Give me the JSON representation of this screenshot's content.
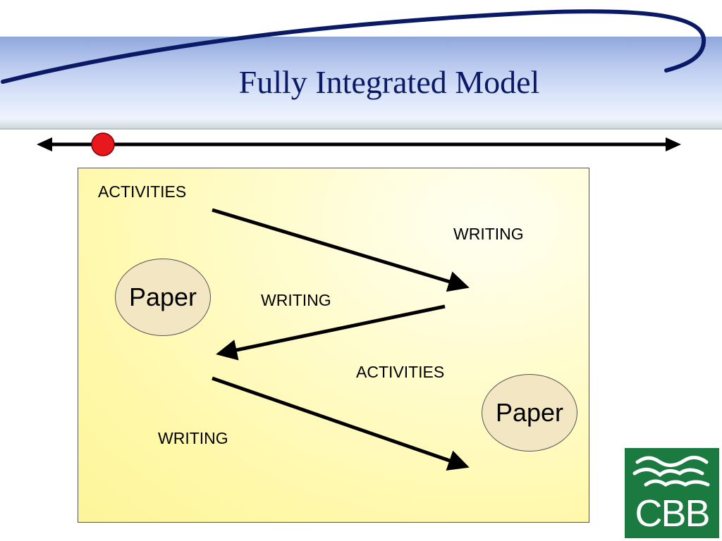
{
  "slide": {
    "title": "Fully Integrated Model"
  },
  "timeline": {
    "marker_color": "#e8191e",
    "line_color": "#000000"
  },
  "diagram": {
    "labels": {
      "activities_1": "ACTIVITIES",
      "writing_1": "WRITING",
      "writing_2": "WRITING",
      "activities_2": "ACTIVITIES",
      "writing_3": "WRITING"
    },
    "ovals": {
      "paper_1": "Paper",
      "paper_2": "Paper"
    }
  },
  "logo": {
    "text": "CBB",
    "bg_color": "#1b7a40"
  }
}
